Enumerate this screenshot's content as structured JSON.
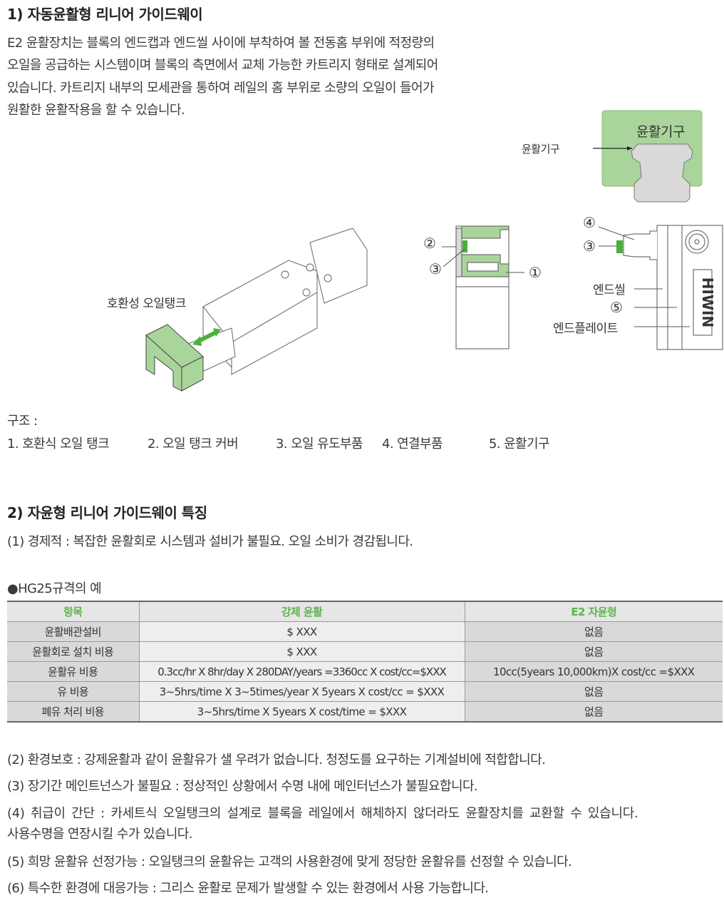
{
  "section1": {
    "title": "1) 자동윤활형 리니어 가이드웨이",
    "paragraph": [
      "E2 윤활장치는 블록의 엔드캡과 엔드씰 사이에 부착하여 볼 전동홈 부위에 적정량의",
      "오일을 공급하는 시스템이며 블록의 측면에서 교체 가능한 카트리지 형태로 설계되어",
      "있습니다. 카트리지 내부의 모세관을 통하여 레일의 홈 부위로 소량의 오일이 들어가",
      "원활한 윤활작용을 할 수 있습니다."
    ],
    "figure": {
      "oil_tank_label": "호환성 오일탱크",
      "lubricator_label": "윤활기구",
      "lubricator_inner_label": "윤활기구",
      "end_seal_label": "엔드씰",
      "end_plate_label": "엔드플레이트",
      "markers": [
        "①",
        "②",
        "③",
        "④",
        "⑤"
      ],
      "brand": "HIWIN"
    },
    "structure_label": "구조 :",
    "structure_items": [
      "1. 호환식 오일 탱크",
      "2. 오일 탱크 커버",
      "3. 오일 유도부품",
      "4. 연결부품",
      "5. 윤활기구"
    ]
  },
  "section2": {
    "title": "2) 자윤형 리니어 가이드웨이 특징",
    "feature1": "(1) 경제적 : 복잡한 윤활회로 시스템과 설비가 불필요. 오일 소비가 경감됩니다.",
    "example_label": "●HG25규격의 예",
    "table": {
      "headers": [
        "항목",
        "강제 윤활",
        "E2 자윤형"
      ],
      "rows": [
        [
          "윤활배관설비",
          "$ XXX",
          "없음"
        ],
        [
          "윤활회로 설치 비용",
          "$ XXX",
          "없음"
        ],
        [
          "윤활유 비용",
          "0.3cc/hr X 8hr/day X 280DAY/years =3360cc X cost/cc=$XXX",
          "10cc(5years 10,000km)X cost/cc =$XXX"
        ],
        [
          "유 비용",
          "3~5hrs/time X 3~5times/year X 5years X cost/cc = $XXX",
          "없음"
        ],
        [
          "폐유 처리 비용",
          "3~5hrs/time X 5years X cost/time = $XXX",
          "없음"
        ]
      ]
    },
    "features": [
      "(2) 환경보호 : 강제윤활과 같이 윤활유가 샐 우려가 없습니다. 청정도를 요구하는 기계설비에 적합합니다.",
      "(3) 장기간 메인트넌스가 불필요 : 정상적인 상황에서 수명 내에 메인터넌스가 불필요합니다.",
      "(4) 취급이 간단 : 카세트식 오일탱크의 설계로 블록을 레일에서 해체하지 않더라도 윤활장치를 교환할 수 있습니다.",
      "사용수명을 연장시킬 수가 있습니다.",
      "(5) 희망 윤활유 선정가능 : 오일탱크의 윤활유는 고객의 사용환경에 맞게 정당한 윤활유를 선정할 수 있습니다.",
      "(6) 특수한 환경에 대응가능 : 그리스 윤활로 문제가 발생할 수 있는 환경에서 사용 가능합니다."
    ]
  },
  "colors": {
    "green": "#a9d59a",
    "accent": "#5bb54a",
    "gray": "#d9d9d9"
  }
}
